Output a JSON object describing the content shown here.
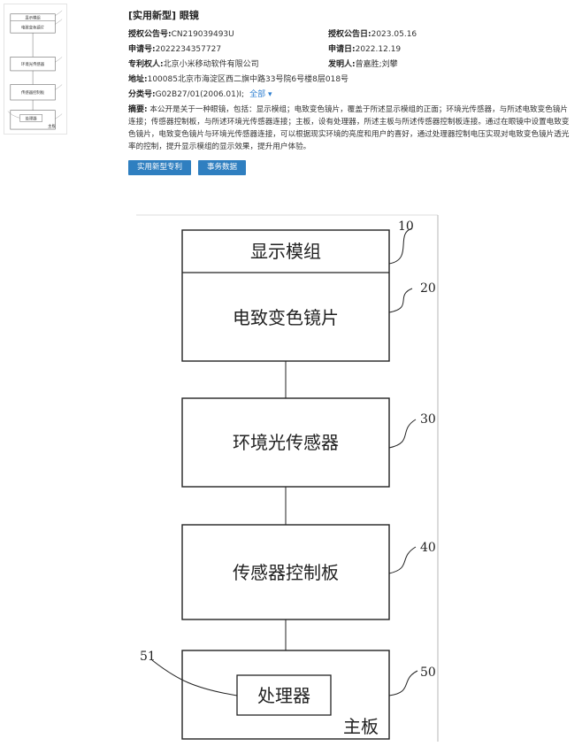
{
  "thumbnail": {
    "boxes": [
      "显示模组",
      "电致变色镜片",
      "环境光传感器",
      "传感器控制板",
      "处理器"
    ],
    "mainboard": "主板"
  },
  "header": {
    "type_tag": "[实用新型]",
    "title": "眼镜"
  },
  "fields": {
    "pub_no_label": "授权公告号:",
    "pub_no": "CN219039493U",
    "pub_date_label": "授权公告日:",
    "pub_date": "2023.05.16",
    "app_no_label": "申请号:",
    "app_no": "2022234357727",
    "app_date_label": "申请日:",
    "app_date": "2022.12.19",
    "patentee_label": "专利权人:",
    "patentee": "北京小米移动软件有限公司",
    "inventor_label": "发明人:",
    "inventor": "曾嘉胜;刘攀",
    "address_label": "地址:",
    "address": "100085北京市海淀区西二旗中路33号院6号楼8层018号",
    "class_label": "分类号:",
    "class_no": "G02B27/01(2006.01)I;",
    "class_more": "全部 ▾"
  },
  "abstract": {
    "label": "摘要:",
    "text": "本公开是关于一种眼镜，包括：显示模组；电致变色镜片，覆盖于所述显示模组的正面；环境光传感器，与所述电致变色镜片连接；传感器控制板，与所述环境光传感器连接；主板，设有处理器，所述主板与所述传感器控制板连接。通过在眼镜中设置电致变色镜片，电致变色镜片与环境光传感器连接，可以根据现实环境的亮度和用户的喜好，通过处理器控制电压实现对电致变色镜片透光率的控制，提升显示模组的显示效果，提升用户体验。"
  },
  "buttons": {
    "utility_label": "实用新型专利",
    "affairs_label": "事务数据"
  },
  "drawing": {
    "boxes": [
      {
        "label": "显示模组",
        "ref": "10"
      },
      {
        "label": "电致变色镜片",
        "ref": "20"
      },
      {
        "label": "环境光传感器",
        "ref": "30"
      },
      {
        "label": "传感器控制板",
        "ref": "40"
      }
    ],
    "mainboard": {
      "label": "主板",
      "ref": "50"
    },
    "processor": {
      "label": "处理器",
      "ref": "51"
    }
  }
}
